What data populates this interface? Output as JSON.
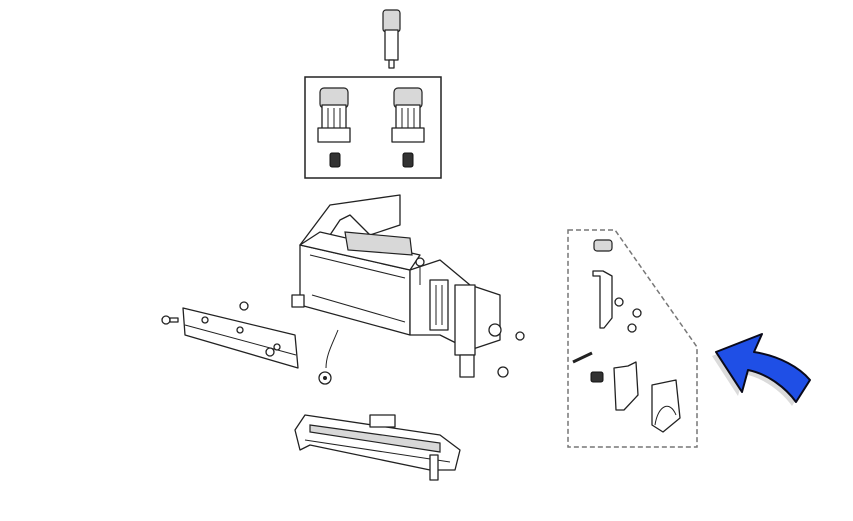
{
  "diagram": {
    "type": "exploded-parts-view",
    "colors": {
      "line": "#222222",
      "background": "#ffffff",
      "callout_arrow": "#1f4fe6",
      "kit_border": "#777777"
    },
    "parts": [
      "pin",
      "roller-pair",
      "springs",
      "printhead-bracket-assembly",
      "side-plate",
      "screws",
      "ground-cable",
      "printhead",
      "latch-kit"
    ],
    "callout_arrow_direction": "points-to-latch-kit"
  }
}
